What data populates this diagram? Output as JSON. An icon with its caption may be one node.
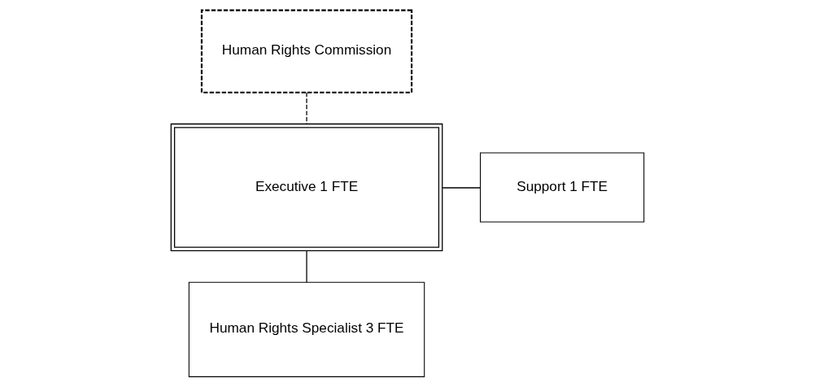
{
  "diagram": {
    "nodes": [
      {
        "text": [
          "Human Rights Commission"
        ]
      },
      {
        "text": [
          "Executive 1 FTE"
        ]
      },
      {
        "text": [
          "Support 1 FTE"
        ]
      },
      {
        "text": [
          "Human Rights Specialist 3 FTE"
        ]
      }
    ],
    "edges": [
      {
        "from": 0,
        "to": 1,
        "arrow": "none",
        "style": "dashed"
      },
      {
        "from": 1,
        "to": 2,
        "arrow": "none"
      },
      {
        "from": 1,
        "to": 3,
        "arrow": "none"
      }
    ]
  }
}
